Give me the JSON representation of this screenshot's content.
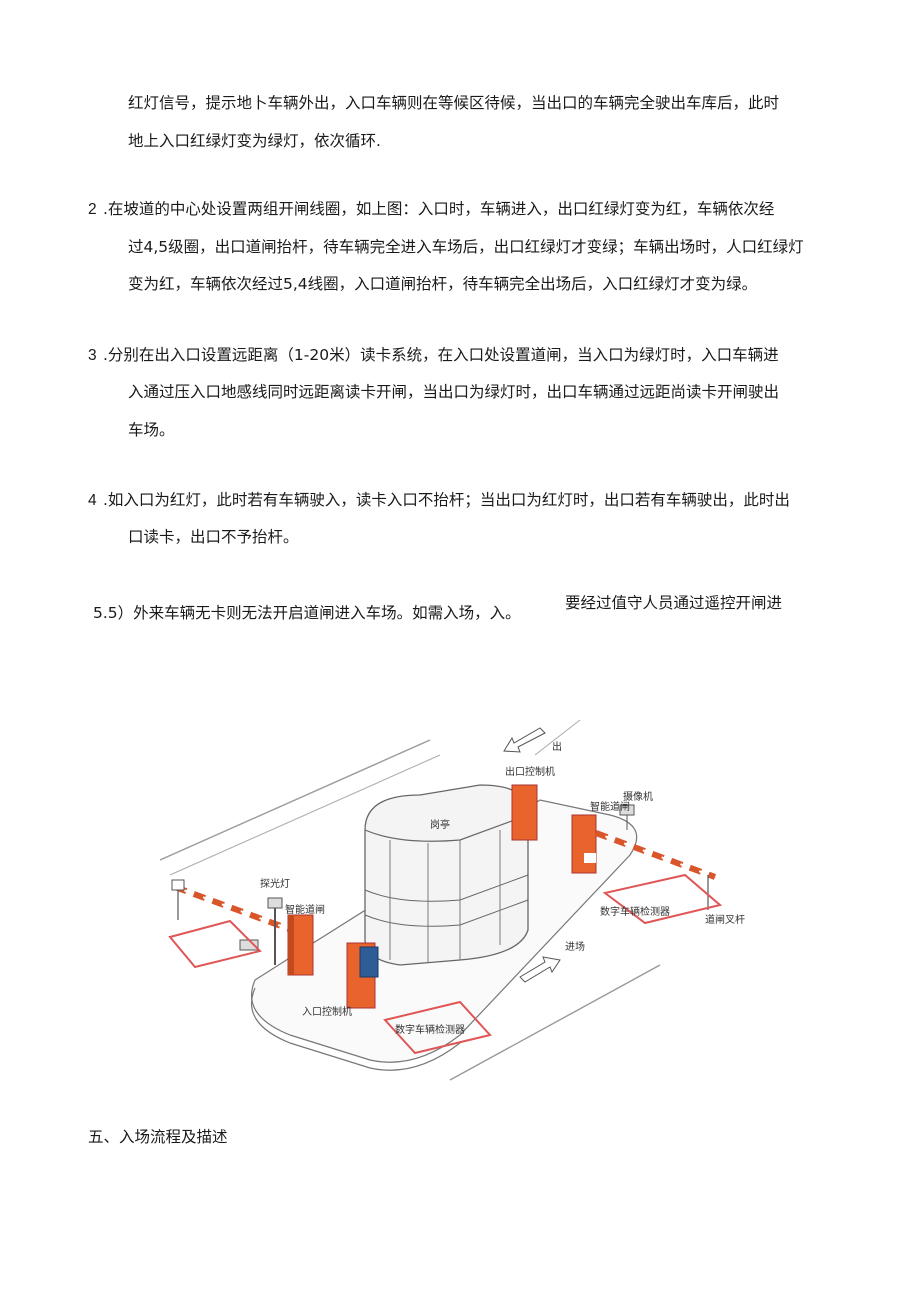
{
  "para1": {
    "line1": "红灯信号，提示地卜车辆外出，入口车辆则在等候区待候，当出口的车辆完全驶出车库后，此时",
    "line2": "地上入口红绿灯变为绿灯，依次循环."
  },
  "para2": {
    "number": "2",
    "line1": ".在坡道的中心处设置两组开闸线圈，如上图：入口时，车辆进入，出口红绿灯变为红，车辆依次经",
    "line2": "过4,5级圈，出口道闸抬杆，待车辆完全进入车场后，出口红绿灯才变绿；车辆出场时，人口红绿灯",
    "line3": "变为红，车辆依次经过5,4线圈，入口道闸抬杆，待车辆完全出场后，入口红绿灯才变为绿。"
  },
  "para3": {
    "number": "3",
    "line1": ".分别在出入口设置远距离（1-20米）读卡系统，在入口处设置道闸，当入口为绿灯时，入口车辆进",
    "line2": "入通过压入口地感线同时远距离读卡开闸，当出口为绿灯时，出口车辆通过远距尚读卡开闸驶出",
    "line3": "车场。"
  },
  "para4": {
    "number": "4",
    "line1": ".如入口为红灯，此时若有车辆驶入，读卡入口不抬杆；当出口为红灯时，出口若有车辆驶出，此时出",
    "line2": "口读卡，出口不予抬杆。"
  },
  "para5": {
    "left": "5.5）外来车辆无卡则无法开启道闸进入车场。如需入场，入。",
    "right": "要经过值守人员通过遥控开闸进"
  },
  "diagram": {
    "booth": "岗亭",
    "exit_controller": "出口控制机",
    "entry_controller": "入口控制机",
    "camera": "摄像机",
    "fill_light": "探光灯",
    "smart_gate_left": "智能道闸",
    "smart_gate_right": "智能道闸",
    "detector_right": "数字车辆检测器",
    "detector_bottom": "数字车辆检测器",
    "fence_gate": "道闸叉杆",
    "entry_arrow": "进场",
    "exit_arrow": "出"
  },
  "section5": {
    "heading": "五、入场流程及描述"
  }
}
